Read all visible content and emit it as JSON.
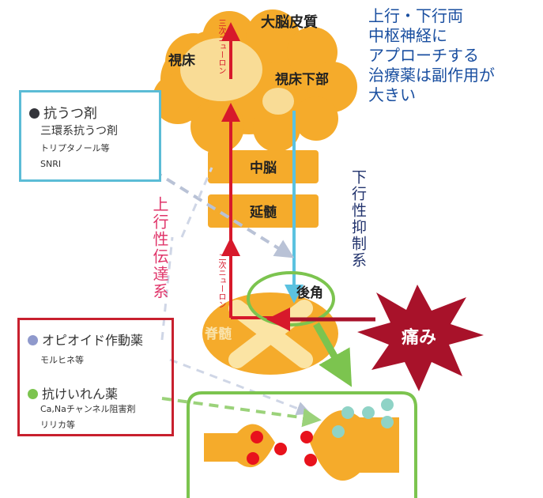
{
  "labels": {
    "cortex": "大脳皮質",
    "thalamus": "視床",
    "hypothalamus": "視床下部",
    "midbrain": "中脳",
    "medulla": "延髄",
    "dorsal_horn": "後角",
    "spinal_cord": "脊髄",
    "pain": "痛み",
    "third_neuron": "三次ニューロン",
    "second_neuron": "二次ニューロン",
    "ascending": "上行性伝達系",
    "descending": "下行性抑制系"
  },
  "callout": {
    "lines": [
      "上行・下行両",
      "中枢神経に",
      "アプローチする",
      "治療薬は副作用が",
      "大きい"
    ]
  },
  "antidepressant_box": {
    "title": "抗うつ剤",
    "line1": "三環系抗うつ剤",
    "line2": "トリプタノール等",
    "line3": "SNRI"
  },
  "drug_box": {
    "opioid_title": "オピオイド作動薬",
    "opioid_sub": "モルヒネ等",
    "anticonv_title": "抗けいれん薬",
    "anticonv_sub1": "Ca,Naチャンネル阻害剤",
    "anticonv_sub2": "リリカ等"
  },
  "colors": {
    "brain_orange": "#f5ab2b",
    "thalamus_fill": "#f9dc96",
    "ascending_red": "#d7192b",
    "descending_blue": "#5bc2e0",
    "green": "#7cc44f",
    "pain_red": "#a8122a",
    "antidep_border": "#5bbcd6",
    "drug_border": "#c8202e",
    "callout_blue": "#1a4fa0",
    "pink_text": "#e0356a",
    "navy_text": "#23346e",
    "opioid_dot": "#8f99cc",
    "antidep_dot": "#33343a"
  }
}
